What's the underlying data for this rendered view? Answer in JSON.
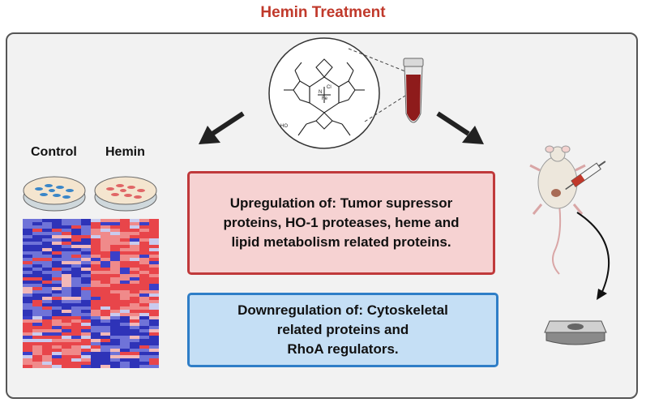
{
  "title": "Hemin Treatment",
  "labels": {
    "control": "Control",
    "hemin": "Hemin"
  },
  "boxes": {
    "up": [
      "Upregulation of: Tumor supressor",
      "proteins, HO-1 proteases, heme and",
      "lipid metabolism related proteins."
    ],
    "down": [
      "Downregulation of: Cytoskeletal",
      "related proteins and",
      "RhoA regulators."
    ]
  },
  "molecule": {
    "atoms": {
      "n": "N",
      "cl": "Cl",
      "fe": "Fe",
      "cooh": "HO"
    }
  },
  "colors": {
    "title": "#c0392b",
    "up_fill": "#f6d2d2",
    "up_border": "#c0393b",
    "down_fill": "#c5dff5",
    "down_border": "#2f7ec7",
    "heat_red": "#e8454a",
    "heat_blue": "#3b3fc8",
    "tube": "#8e1b1b"
  },
  "icons": [
    "hemin-molecule-icon",
    "tube-icon",
    "petri-dish-icon",
    "heatmap-icon",
    "mouse-icon",
    "syringe-icon",
    "scale-icon"
  ]
}
